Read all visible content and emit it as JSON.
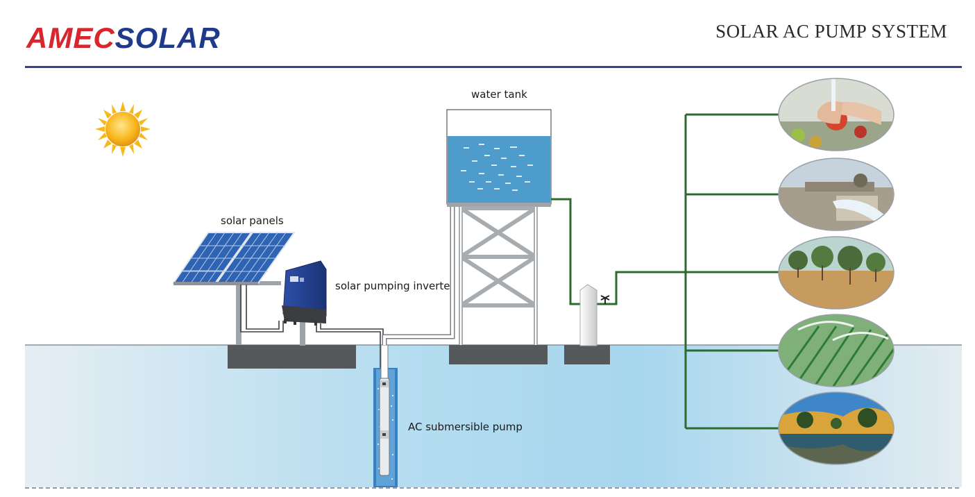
{
  "header": {
    "brand_part1": "AMEC",
    "brand_part2": "SOLAR",
    "title": "SOLAR AC PUMP SYSTEM"
  },
  "labels": {
    "solar_panels": "solar panels",
    "inverter": "solar pumping inverter",
    "water_tank": "water tank",
    "pump": "AC submersible pump"
  },
  "applications": [
    {
      "icon": "washing-produce-icon"
    },
    {
      "icon": "irrigation-outlet-icon"
    },
    {
      "icon": "orchard-icon"
    },
    {
      "icon": "sprinkler-field-icon"
    },
    {
      "icon": "lake-landscape-icon"
    }
  ],
  "colors": {
    "brand_red": "#d9252c",
    "brand_blue": "#1f3a8a",
    "pipe_green": "#2d6a2d",
    "water_blue": "#4e9ccc",
    "ground_blue": "#a9d8ee"
  }
}
